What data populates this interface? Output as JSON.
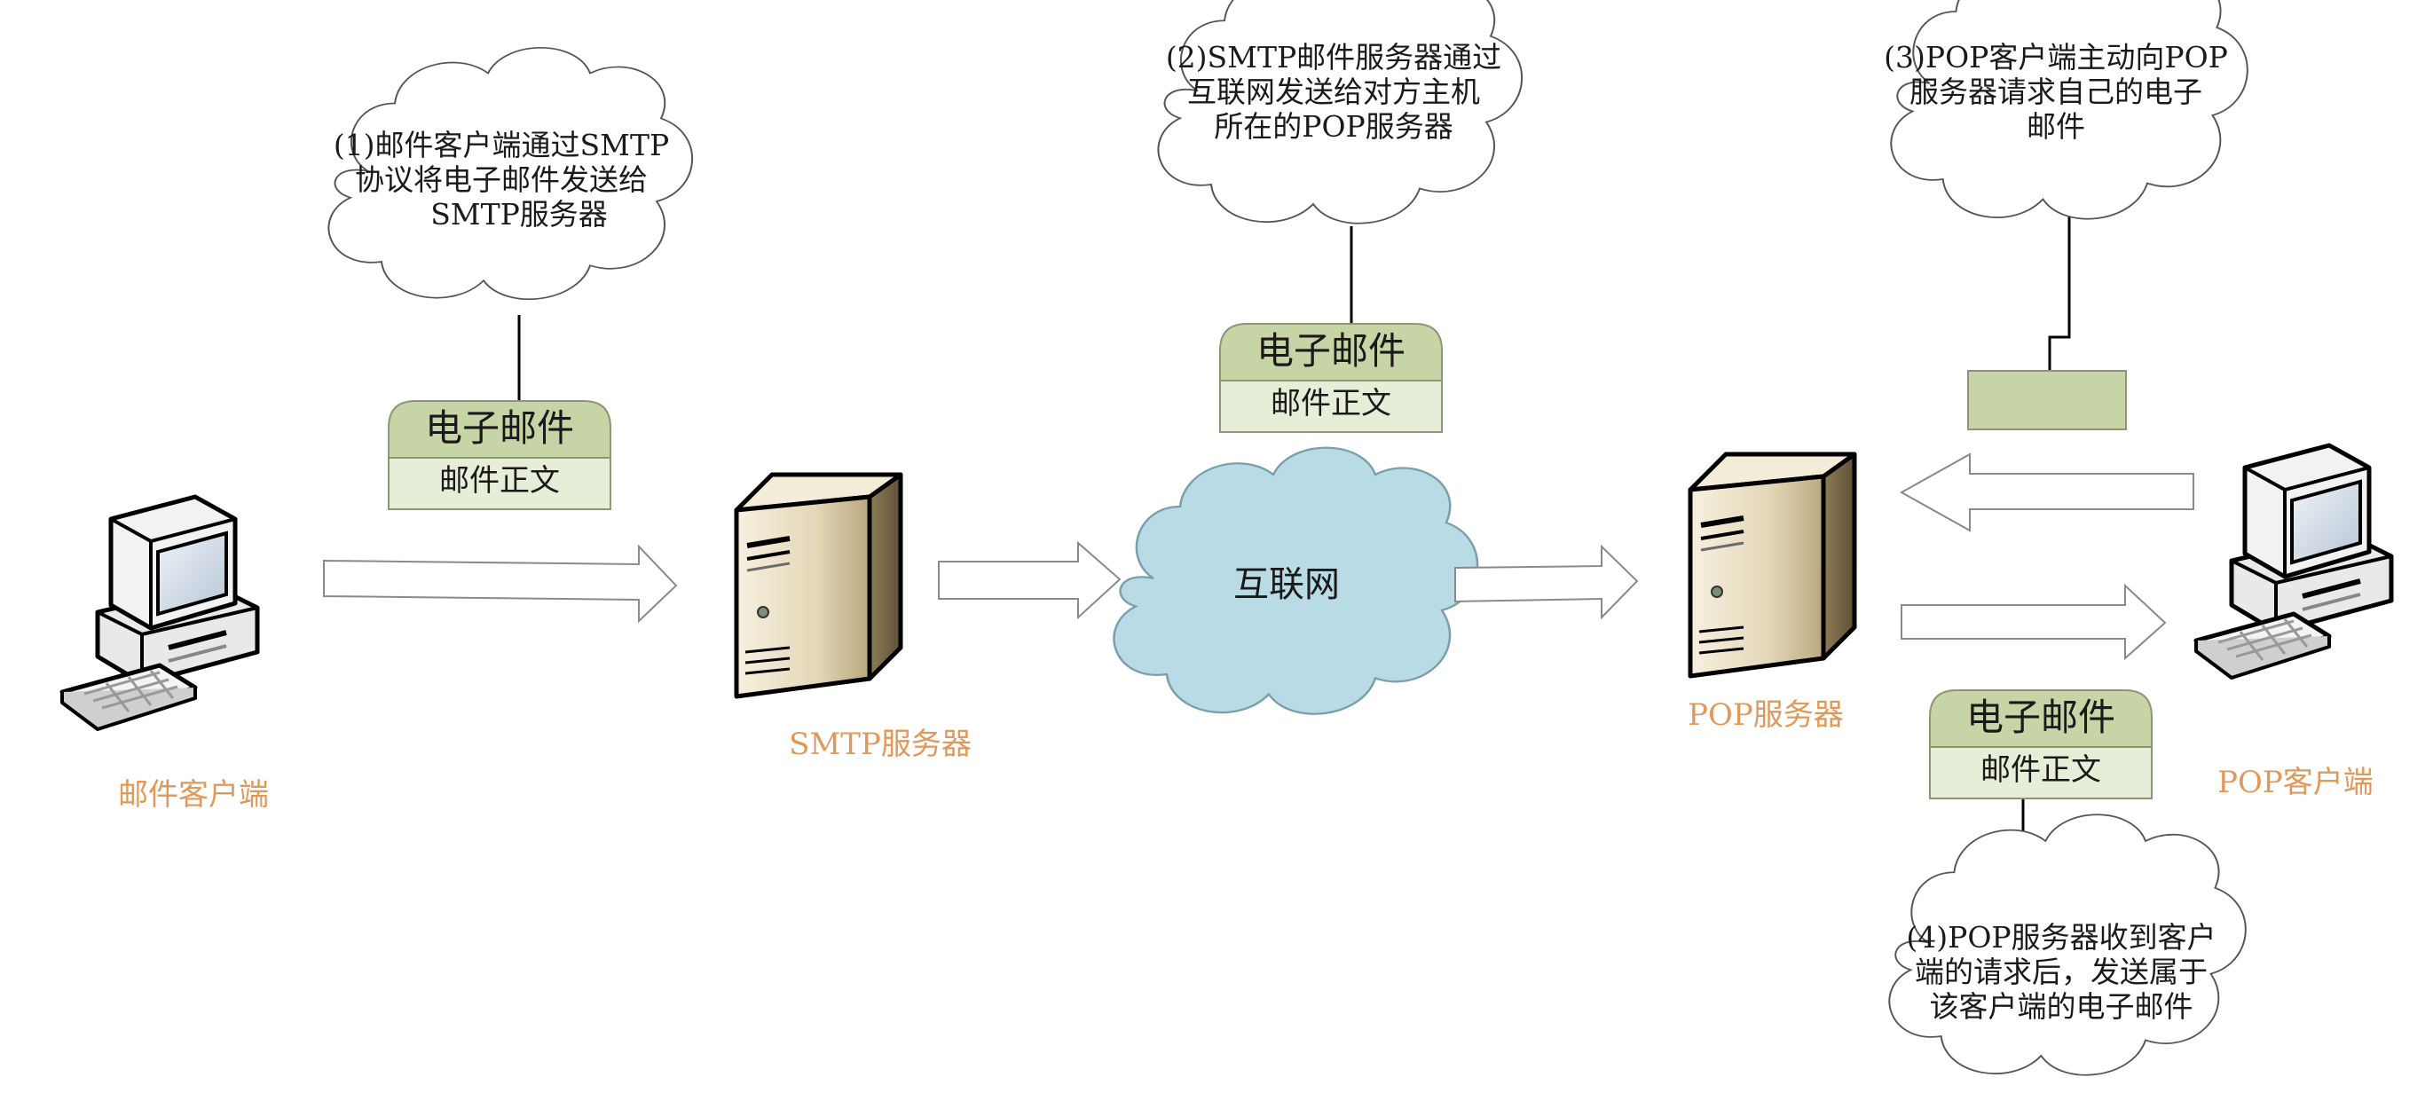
{
  "nodes": {
    "mail_client": "邮件客户端",
    "smtp_server": "SMTP服务器",
    "internet": "互联网",
    "pop_server": "POP服务器",
    "pop_client": "POP客户端"
  },
  "envelope": {
    "title": "电子邮件",
    "body": "邮件正文"
  },
  "callouts": {
    "step1": [
      "(1)邮件客户端通过SMTP",
      "协议将电子邮件发送给",
      "SMTP服务器"
    ],
    "step2": [
      "(2)SMTP邮件服务器通过",
      "互联网发送给对方主机",
      "所在的POP服务器"
    ],
    "step3": [
      "(3)POP客户端主动向POP",
      "服务器请求自己的电子",
      "邮件"
    ],
    "step4": [
      "(4)POP服务器收到客户",
      "端的请求后，发送属于",
      "该客户端的电子邮件"
    ]
  },
  "colors": {
    "label_orange": "#e0995a",
    "envelope_header": "#c6d4a6",
    "envelope_body": "#e6eed8",
    "cloud_fill": "#b8dbe6",
    "server_beige": "#e6dcc2"
  },
  "icons": {
    "client_left": "desktop-computer-icon",
    "client_right": "desktop-computer-icon",
    "smtp_server": "server-tower-icon",
    "pop_server": "server-tower-icon"
  }
}
